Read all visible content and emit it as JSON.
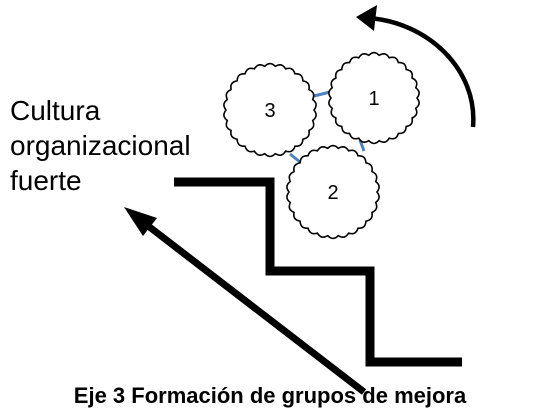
{
  "diagram": {
    "side_label_lines": [
      "Cultura",
      "organizacional",
      "fuerte"
    ],
    "caption": "Eje 3 Formación de grupos de mejora",
    "gears": [
      {
        "id": "gear-1",
        "label": "1"
      },
      {
        "id": "gear-2",
        "label": "2"
      },
      {
        "id": "gear-3",
        "label": "3"
      }
    ]
  },
  "colors": {
    "stroke": "#000000",
    "connector": "#4f81bd",
    "background": "#ffffff"
  },
  "icons": {
    "rotation_arrow": "curved-arrow-icon",
    "progress_arrow": "diagonal-arrow-icon",
    "stairs": "staircase-icon"
  }
}
